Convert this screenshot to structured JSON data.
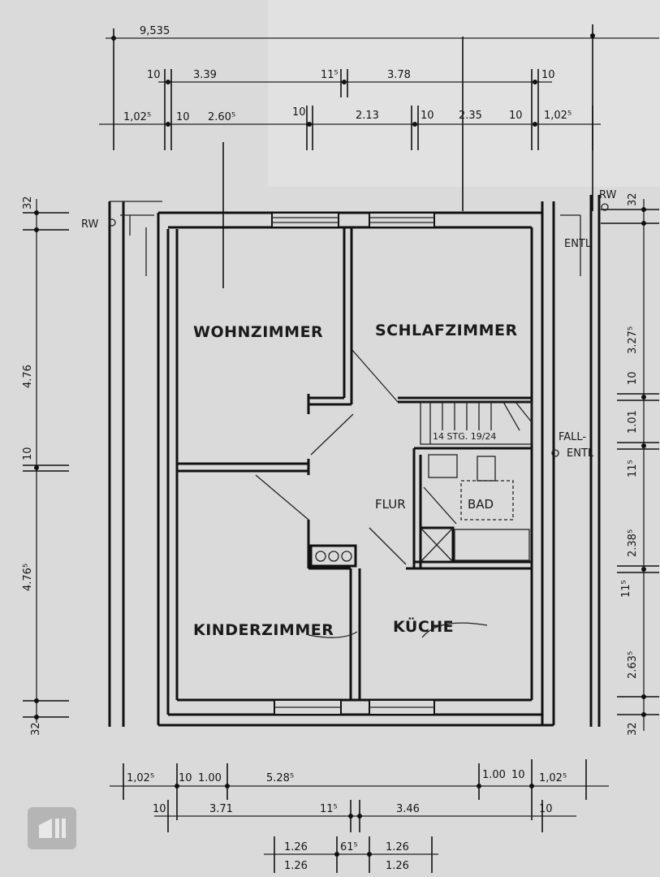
{
  "rooms": {
    "wohnzimmer": "WOHNZIMMER",
    "schlafzimmer": "SCHLAFZIMMER",
    "flur": "FLUR",
    "bad": "BAD",
    "kinderzimmer": "KINDERZIMMER",
    "kueche": "KÜCHE"
  },
  "labels": {
    "rw_left": "RW",
    "rw_right": "RW",
    "entl": "ENTL",
    "fall": "FALL-",
    "fall_entl": "ENTL",
    "stairs": "14 STG. 19/24"
  },
  "dims_top": {
    "overall": "9,535",
    "row2": [
      "10",
      "3.39",
      "11⁵",
      "3.78",
      "10"
    ],
    "row3": [
      "1,02⁵",
      "10",
      "2.60⁵",
      "10",
      "2.13",
      "10",
      "2.35",
      "10",
      "1,02⁵"
    ]
  },
  "dims_left": [
    "32",
    "4.76",
    "10",
    "4.76⁵",
    "32"
  ],
  "dims_right": [
    "32",
    "3.27⁵",
    "10",
    "1.01",
    "11⁵",
    "2.38⁵",
    "11⁵",
    "2.63⁵",
    "32"
  ],
  "dims_bottom": {
    "row1": [
      "1,02⁵",
      "10",
      "1.00",
      "5.28⁵",
      "1.00",
      "10",
      "1,02⁵"
    ],
    "row2": [
      "10",
      "3.71",
      "11⁵",
      "3.46",
      "10"
    ],
    "row3": [
      "1.26",
      "61⁵",
      "1.26"
    ],
    "row4": [
      "1.26",
      "1.26"
    ]
  }
}
